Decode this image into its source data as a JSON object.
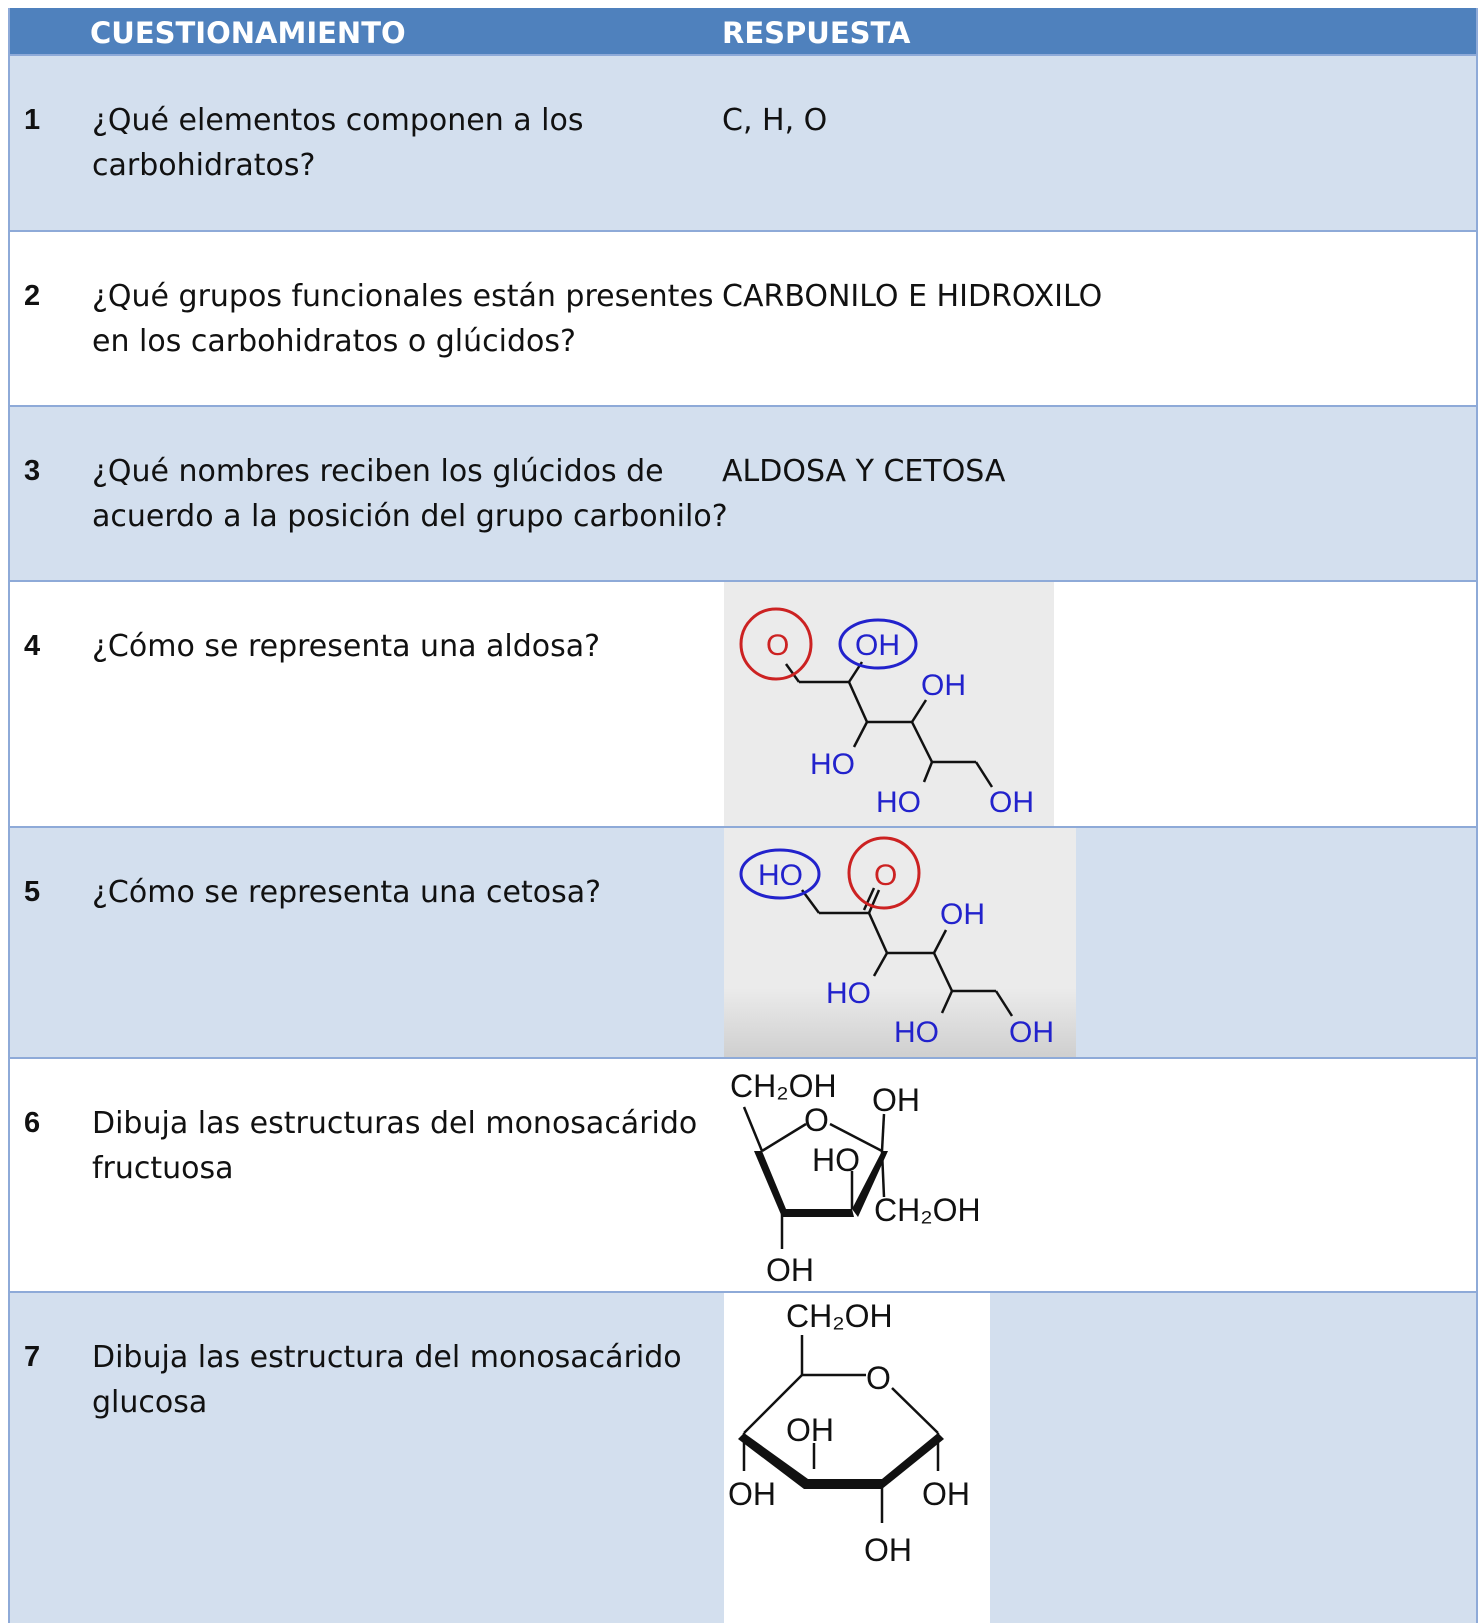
{
  "header": {
    "col_question": "CUESTIONAMIENTO",
    "col_answer": "RESPUESTA"
  },
  "rows": [
    {
      "num": "1",
      "question": "¿Qué elementos componen a los carbohidratos?",
      "answer": "C, H, O"
    },
    {
      "num": "2",
      "question": "¿Qué grupos funcionales están presentes en los carbohidratos o glúcidos?",
      "answer": "CARBONILO E HIDROXILO"
    },
    {
      "num": "3",
      "question": "¿Qué nombres reciben los glúcidos de acuerdo a la posición del grupo carbonilo?",
      "answer": "ALDOSA Y CETOSA"
    },
    {
      "num": "4",
      "question": "¿Cómo se representa una aldosa?",
      "answer": ""
    },
    {
      "num": "5",
      "question": "¿Cómo se representa una cetosa?",
      "answer": ""
    },
    {
      "num": "6",
      "question": "Dibuja las estructuras del monosacárido fructuosa",
      "answer": ""
    },
    {
      "num": "7",
      "question": "Dibuja las estructura del monosacárido glucosa",
      "answer": ""
    }
  ],
  "structures": {
    "aldosa": {
      "o": "O",
      "oh": "OH",
      "ho": "HO"
    },
    "cetosa": {
      "o": "O",
      "oh": "OH",
      "ho": "HO"
    },
    "fructosa": {
      "ch2oh": "CH₂OH",
      "o": "O",
      "oh": "OH",
      "ho": "HO"
    },
    "glucosa": {
      "ch2oh": "CH₂OH",
      "o": "O",
      "oh": "OH"
    }
  },
  "colors": {
    "header_bg": "#4f81bd",
    "row_shade": "#d3dfee",
    "border": "#8eaad8",
    "circle_red": "#cc2222",
    "circle_blue": "#2222cc"
  }
}
